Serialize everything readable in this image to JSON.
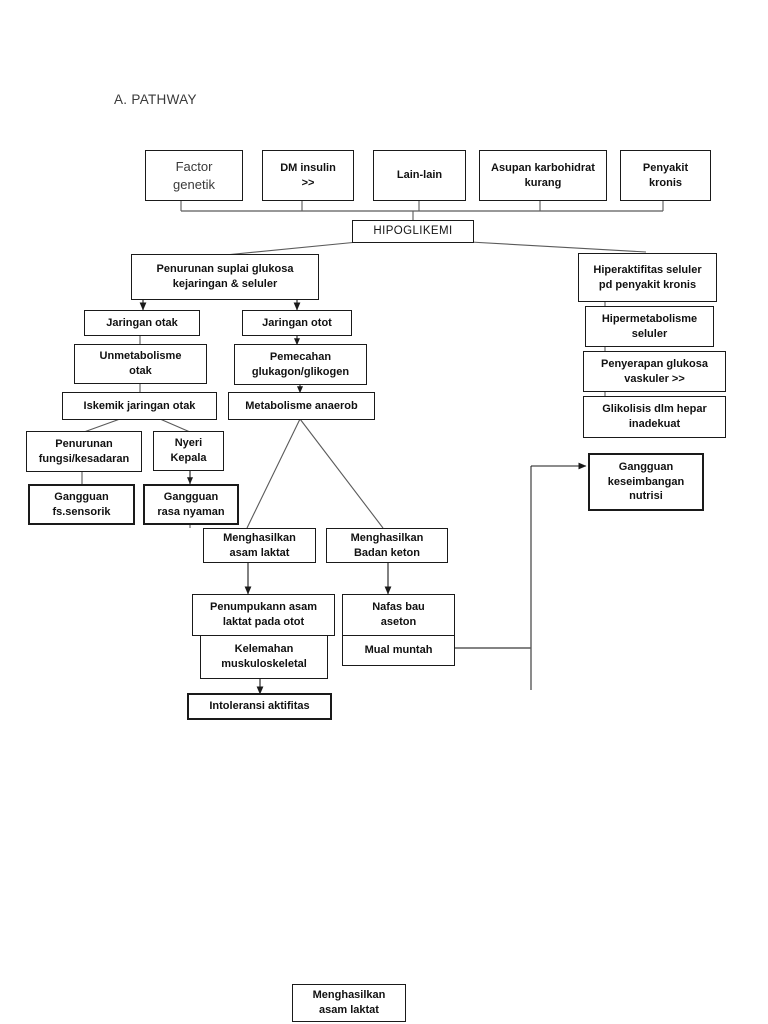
{
  "document": {
    "heading": "A.  PATHWAY",
    "bg_color": "#ffffff",
    "ink_color": "#111111",
    "line_color": "#555555"
  },
  "nodes": {
    "factor_genetik": "Factor\ngenetik",
    "dm_insulin": "DM insulin\n>>",
    "lain_lain": "Lain-lain",
    "asupan_karbohidrat": "Asupan karbohidrat\nkurang",
    "penyakit_kronis": "Penyakit\nkronis",
    "hipoglikemi": "HIPOGLIKEMI",
    "penurunan_suplai": "Penurunan suplai glukosa\nkejaringan & seluler",
    "jaringan_otak": "Jaringan otak",
    "jaringan_otot": "Jaringan otot",
    "unmetabolisme_otak": "Unmetabolisme\notak",
    "pemecahan_glukagon": "Pemecahan\nglukagon/glikogen",
    "iskemik_jaringan_otak": "Iskemik jaringan otak",
    "metabolisme_anaerob": "Metabolisme anaerob",
    "penurunan_fungsi": "Penurunan\nfungsi/kesadaran",
    "nyeri_kepala": "Nyeri\nKepala",
    "gangguan_fs_sensorik": "Gangguan\nfs.sensorik",
    "gangguan_rasa_nyaman": "Gangguan\nrasa nyaman",
    "hiperaktifitas_seluler": "Hiperaktifitas seluler\npd penyakit kronis",
    "hipermetabolisme_seluler": "Hipermetabolisme\nseluler",
    "penyerapan_glukosa": "Penyerapan glukosa\nvaskuler >>",
    "glikolisis_hepar": "Glikolisis dlm hepar\ninadekuat",
    "gangguan_keseimbangan": "Gangguan\nkeseimbangan\nnutrisi",
    "menghasilkan_asam_laktat": "Menghasilkan\nasam laktat",
    "menghasilkan_badan_keton": "Menghasilkan\nBadan keton",
    "penumpukan_asam_laktat": "Penumpukann asam\nlaktat pada otot",
    "nafas_bau_aseton": "Nafas bau\naseton",
    "kelemahan_muskuloskeletal": "Kelemahan\nmuskuloskeletal",
    "mual_muntah": "Mual muntah",
    "intoleransi_aktifitas": "Intoleransi aktifitas",
    "menghasilkan_asam_laktat_bottom": "Menghasilkan\nasam laktat"
  }
}
